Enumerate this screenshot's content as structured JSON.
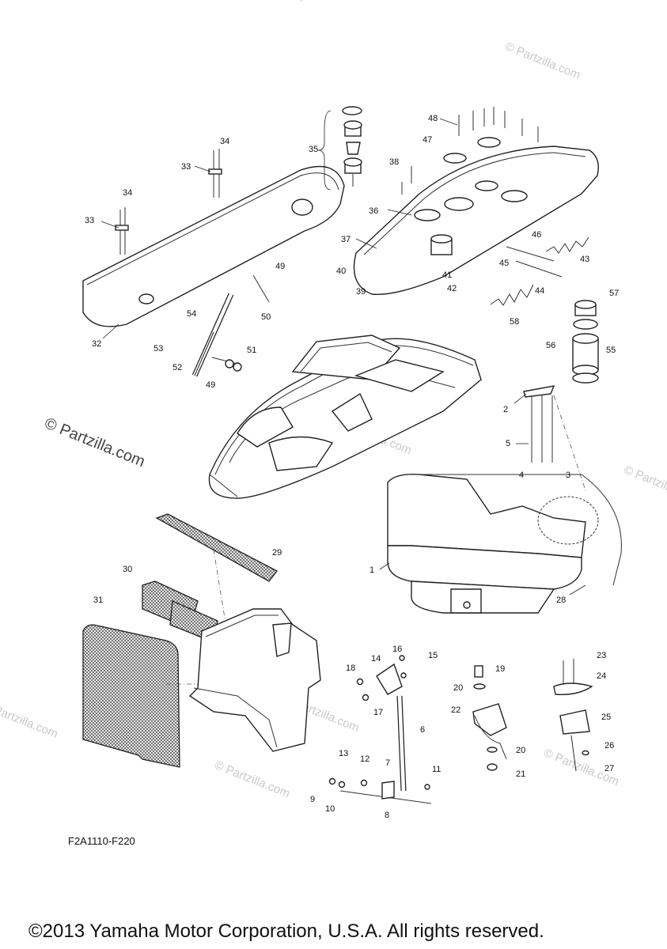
{
  "watermarks": {
    "small": "© Partzilla.com",
    "large": "© Partzilla.com"
  },
  "diagram_code": "F2A1110-F220",
  "copyright": "©2013 Yamaha Motor Corporation, U.S.A. All rights reserved.",
  "callouts": {
    "c1": "1",
    "c2": "2",
    "c3": "3",
    "c4": "4",
    "c5": "5",
    "c6": "6",
    "c7": "7",
    "c8": "8",
    "c9": "9",
    "c10": "10",
    "c11": "11",
    "c12": "12",
    "c13": "13",
    "c14": "14",
    "c15": "15",
    "c16": "16",
    "c17": "17",
    "c18": "18",
    "c19": "19",
    "c20a": "20",
    "c20b": "20",
    "c21": "21",
    "c22": "22",
    "c23": "23",
    "c24": "24",
    "c25": "25",
    "c26": "26",
    "c27": "27",
    "c28": "28",
    "c29": "29",
    "c30": "30",
    "c31": "31",
    "c32": "32",
    "c33a": "33",
    "c33b": "33",
    "c34a": "34",
    "c34b": "34",
    "c35": "35",
    "c36": "36",
    "c37": "37",
    "c38": "38",
    "c39": "39",
    "c40": "40",
    "c41": "41",
    "c42": "42",
    "c43": "43",
    "c44": "44",
    "c45": "45",
    "c46": "46",
    "c47": "47",
    "c48": "48",
    "c49a": "49",
    "c49b": "49",
    "c50": "50",
    "c51": "51",
    "c52": "52",
    "c53": "53",
    "c54": "54",
    "c55": "55",
    "c56": "56",
    "c57": "57",
    "c58": "58"
  }
}
